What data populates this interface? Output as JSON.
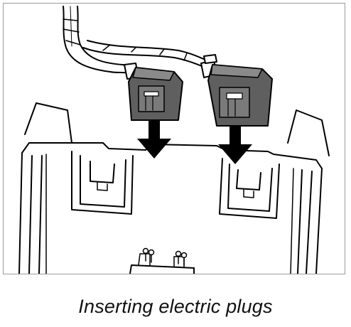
{
  "figure": {
    "caption": "Inserting electric plugs",
    "colors": {
      "line": "#000000",
      "plug_fill": "#5f5f5f",
      "plug_highlight": "#8a8a8a",
      "arrow": "#000000",
      "background": "#ffffff",
      "frame": "#9a9a9a"
    },
    "icons": [
      "wire-harness",
      "electric-plug",
      "down-arrow-icon",
      "connector-socket",
      "terminal-pin"
    ]
  }
}
